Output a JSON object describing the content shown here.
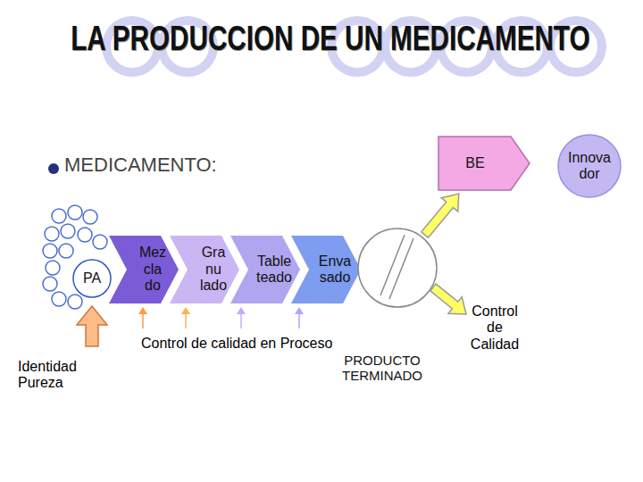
{
  "diagram": {
    "title": "LA PRODUCCION DE UN MEDICAMENTO",
    "nodes": [
      {
        "text": [
          "PA"
        ]
      },
      {
        "text": [
          "Mez cla do"
        ]
      },
      {
        "text": [
          "Gra nu lado"
        ]
      },
      {
        "text": [
          "Table teado"
        ]
      },
      {
        "text": [
          "Enva sado"
        ]
      },
      {
        "text": [
          "PRODUCTO TERMINADO"
        ]
      },
      {
        "text": [
          "BE"
        ]
      },
      {
        "text": [
          "Innova dor"
        ]
      }
    ],
    "edges": [
      {
        "from": 5,
        "to": 6,
        "arrow": "to"
      }
    ],
    "labels": [
      "MEDICAMENTO:",
      "Control de calidad en Proceso",
      "Identidad Pureza",
      "Control de Calidad"
    ]
  }
}
